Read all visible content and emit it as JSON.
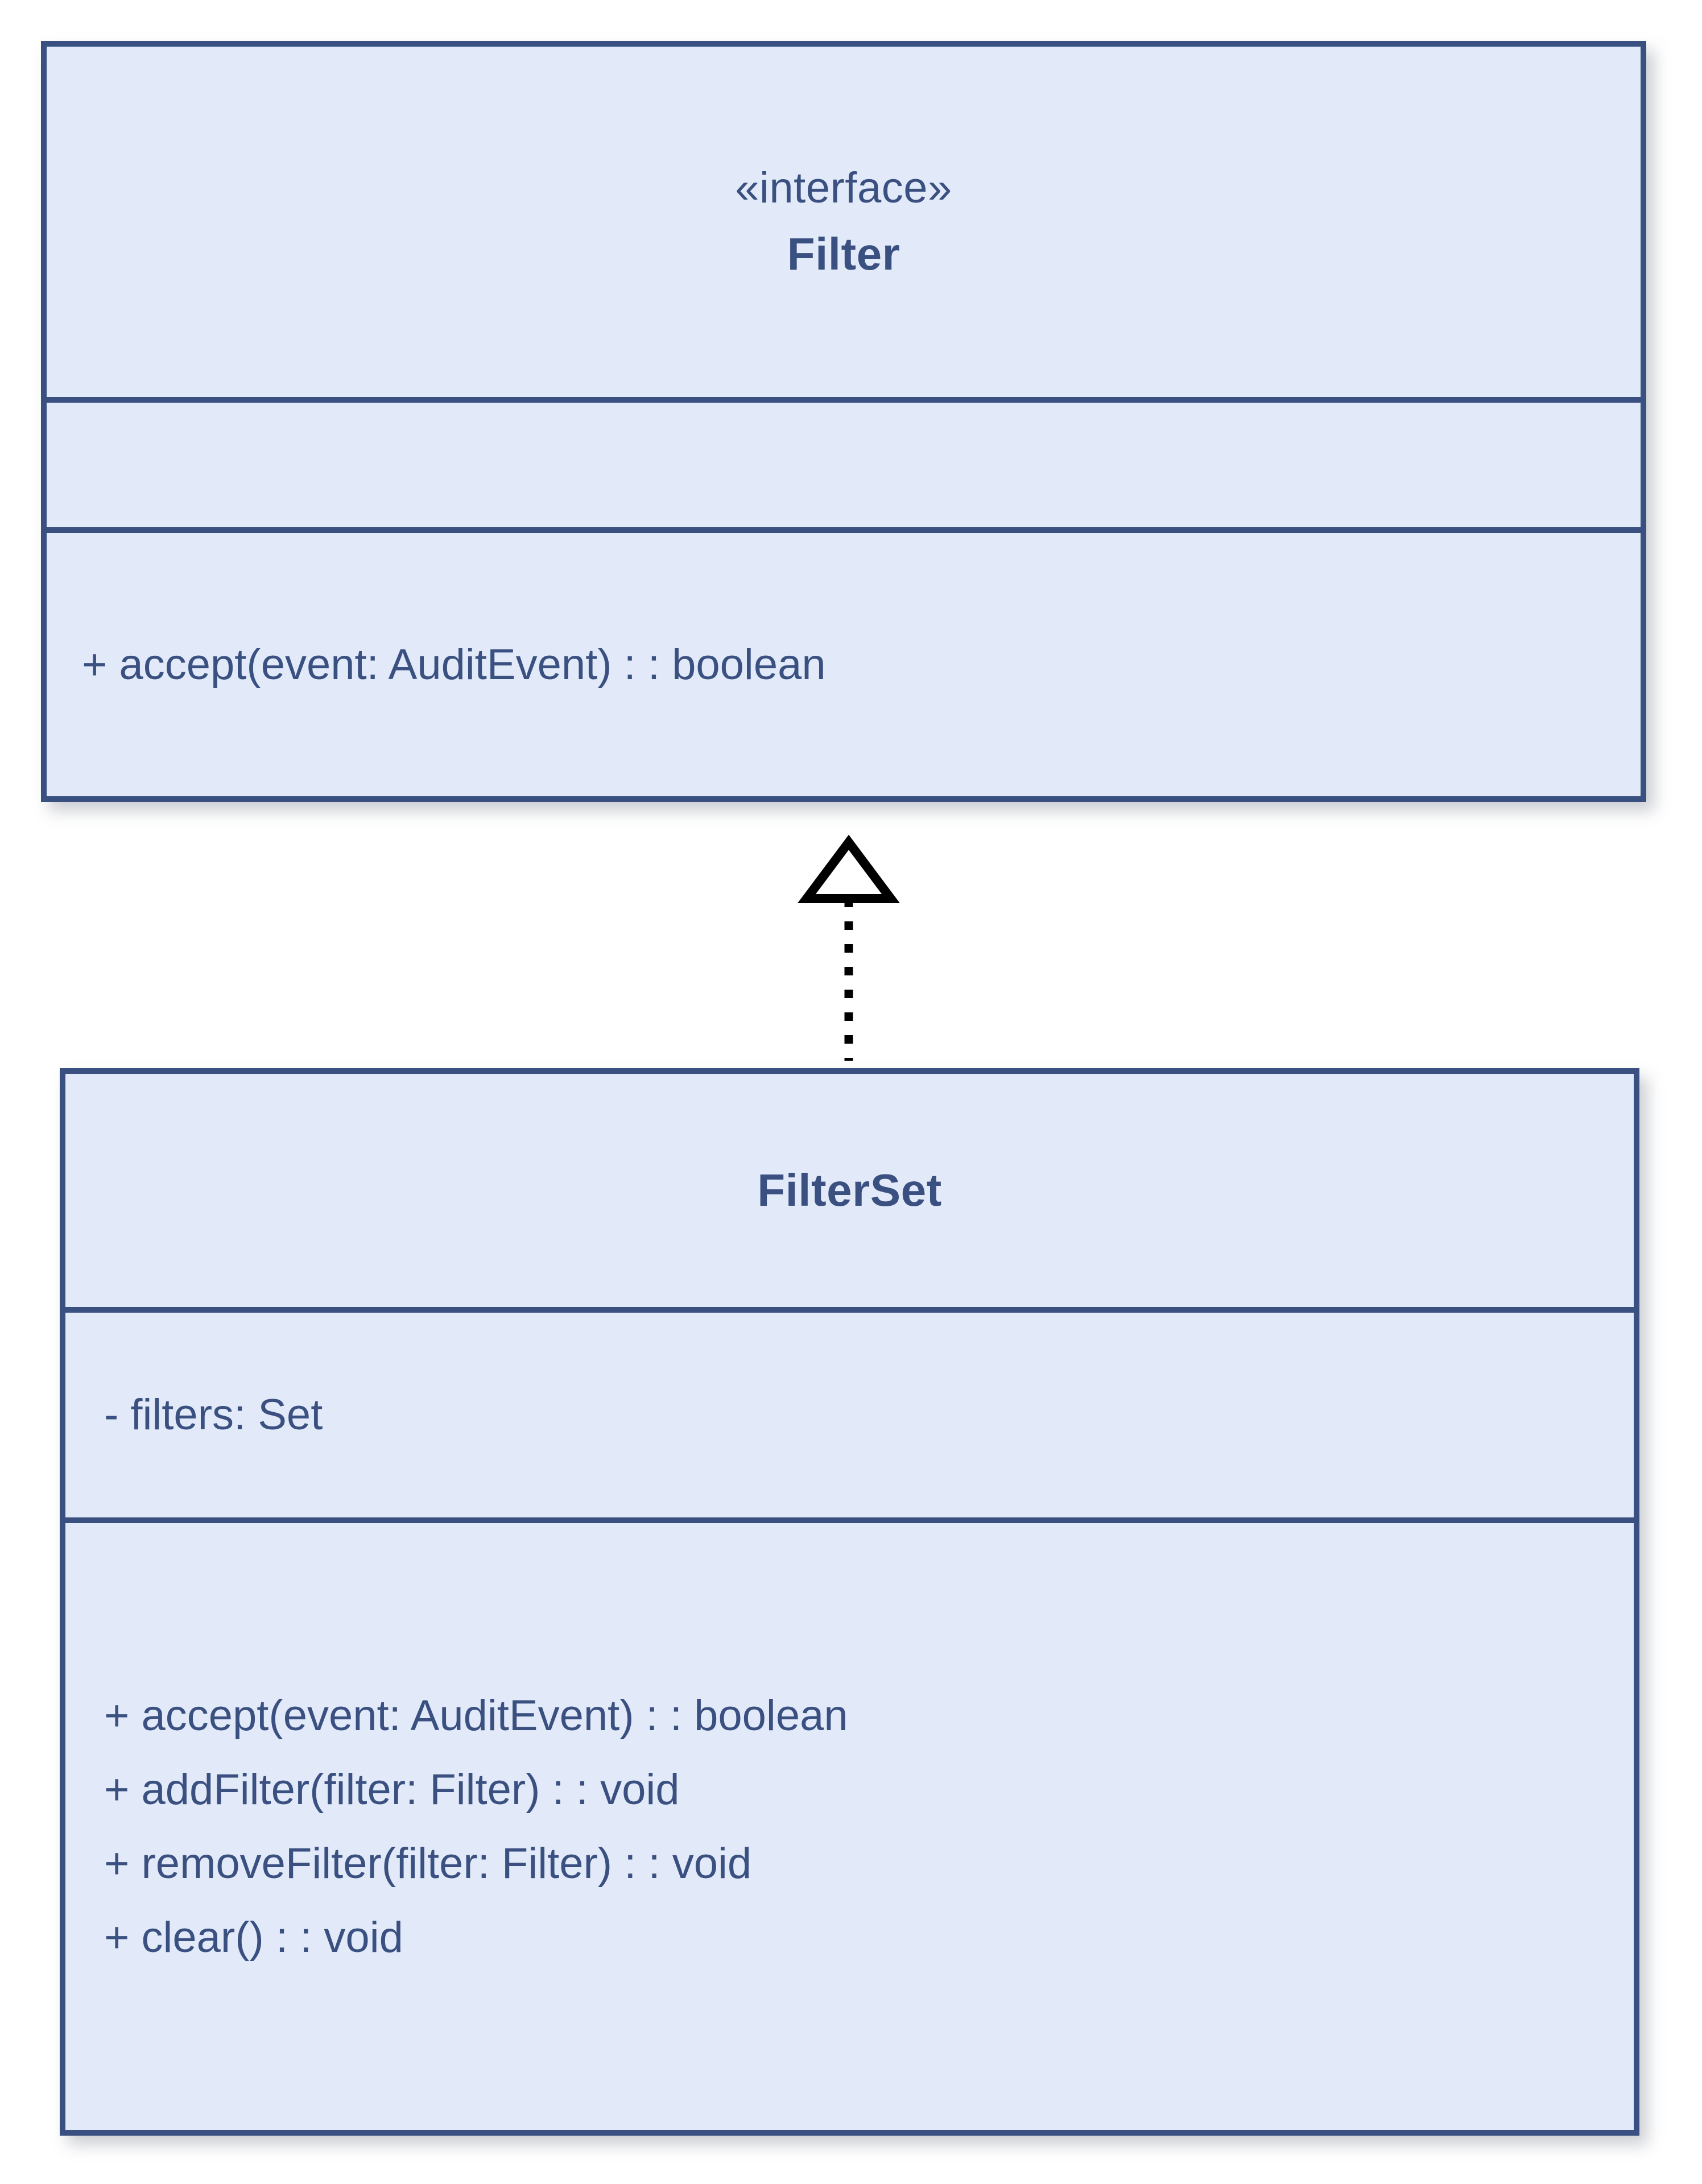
{
  "diagram": {
    "type": "uml-class-diagram",
    "background_color": "#ffffff",
    "classes": [
      {
        "id": "filter",
        "stereotype": "«interface»",
        "name": "Filter",
        "attributes": [],
        "operations": [
          "+ accept(event: AuditEvent) : : boolean"
        ]
      },
      {
        "id": "filterset",
        "stereotype": "",
        "name": "FilterSet",
        "attributes": [
          "- filters: Set"
        ],
        "operations": [
          "+ accept(event: AuditEvent) : : boolean",
          "+ addFilter(filter: Filter) : : void",
          "+ removeFilter(filter: Filter) : : void",
          "+ clear() : : void"
        ]
      }
    ],
    "relationships": [
      {
        "kind": "realization",
        "from": "FilterSet",
        "to": "Filter",
        "line_style": "dotted",
        "arrow_head": "hollow-triangle",
        "arrow_color": "#000000"
      }
    ],
    "style": {
      "fill_color": "#e2e9f8",
      "border_color": "#3a5080",
      "text_color": "#3a5080"
    }
  }
}
